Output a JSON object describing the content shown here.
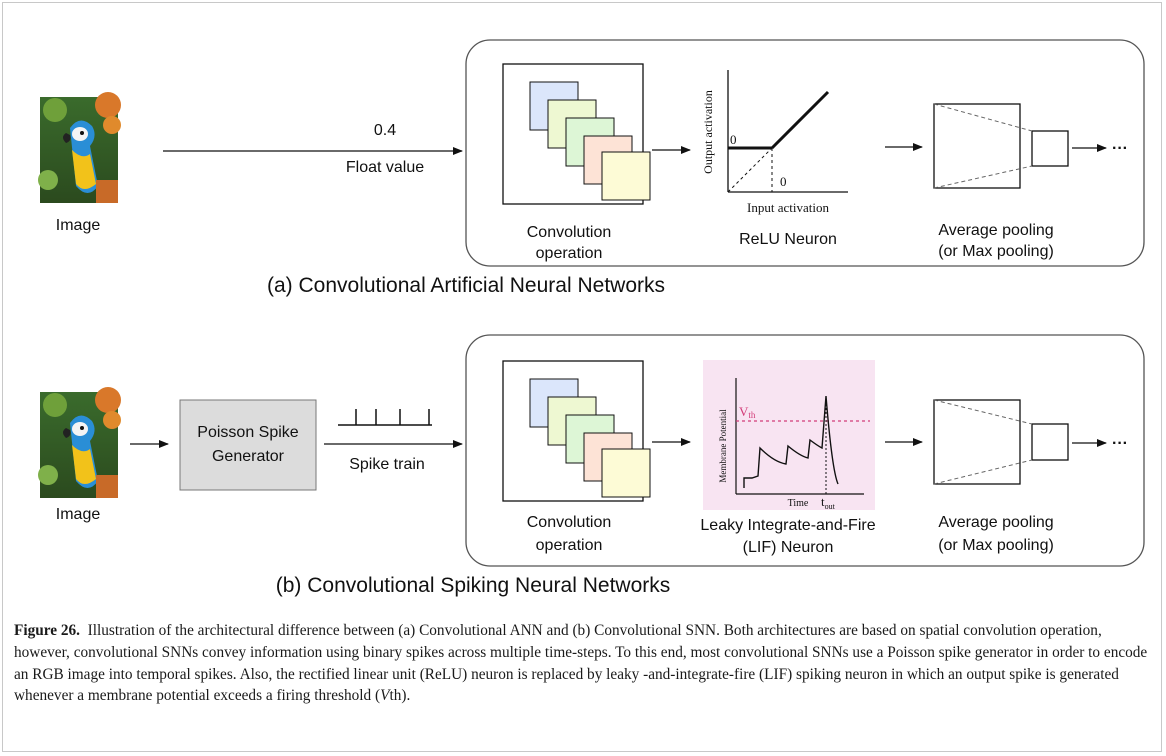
{
  "panel_a": {
    "input_label": "Image",
    "arrow_value": "0.4",
    "arrow_label": "Float value",
    "conv_label_line1": "Convolution",
    "conv_label_line2": "operation",
    "relu_ylabel": "Output activation",
    "relu_xlabel": "Input activation",
    "relu_zero_y": "0",
    "relu_zero_x": "0",
    "relu_label": "ReLU Neuron",
    "pool_label_line1": "Average pooling",
    "pool_label_line2": "(or Max pooling)",
    "ellipsis": "···",
    "title": "(a) Convolutional Artificial Neural Networks"
  },
  "panel_b": {
    "input_label": "Image",
    "generator_line1": "Poisson Spike",
    "generator_line2": "Generator",
    "spike_label": "Spike train",
    "conv_label_line1": "Convolution",
    "conv_label_line2": "operation",
    "lif_ylabel": "Membrane Potential",
    "lif_xlabel": "Time",
    "lif_vth": "V",
    "lif_vth_sub": "th",
    "lif_tout": "t",
    "lif_tout_sub": "out",
    "lif_label_line1": "Leaky Integrate-and-Fire",
    "lif_label_line2": "(LIF) Neuron",
    "pool_label_line1": "Average pooling",
    "pool_label_line2": "(or Max pooling)",
    "ellipsis": "···",
    "title": "(b) Convolutional Spiking Neural Networks"
  },
  "caption": {
    "label": "Figure 26.",
    "text_1": "Illustration of the architectural difference between (a) Convolutional ANN and (b) Convolutional SNN. Both architectures are based on spatial convolution operation, however, convolutional SNNs convey information using binary spikes across multiple time-steps. To this end, most convolutional SNNs use a Poisson spike generator in order to encode an RGB image into temporal spikes. Also, the rectified linear unit (ReLU) neuron is replaced by leaky -and-integrate-fire (LIF) spiking neuron in which an output spike is generated whenever a membrane potential exceeds a firing threshold (",
    "vth_v": "V",
    "vth_rest": "th",
    "text_2": ")."
  },
  "colors": {
    "fmap_1": "#dbe6fb",
    "fmap_2": "#eef8d2",
    "fmap_3": "#ddf6d6",
    "fmap_4": "#fde3d6",
    "fmap_5": "#fdfbd6",
    "lif_bg": "#f8e4f2",
    "threshold": "#d23c78",
    "generator_fill": "#dcdcdc"
  }
}
